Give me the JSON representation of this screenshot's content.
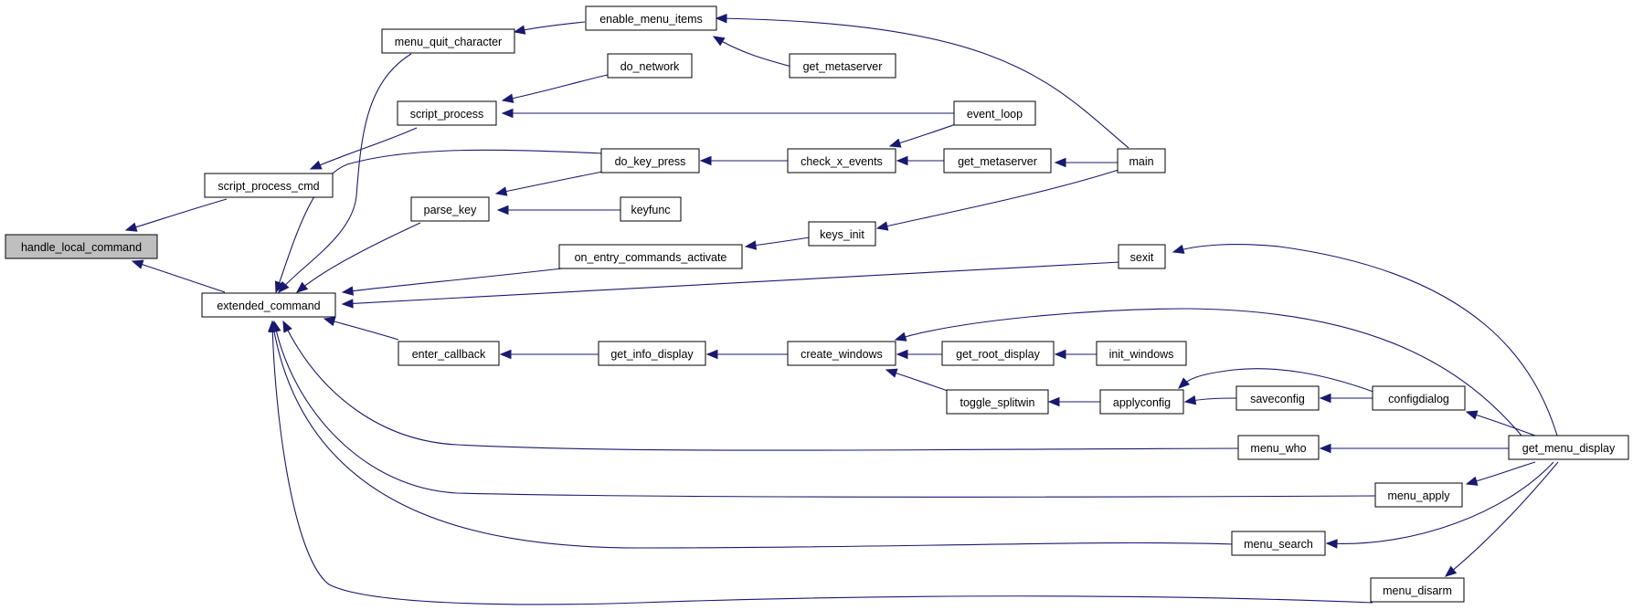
{
  "graph": {
    "colors": {
      "edge": "#191970",
      "node_border": "#000000",
      "focus_fill": "#bfbfbf",
      "node_fill": "#ffffff"
    },
    "nodes": [
      {
        "id": "handle_local_command",
        "label": "handle_local_command",
        "focus": true
      },
      {
        "id": "script_process_cmd",
        "label": "script_process_cmd"
      },
      {
        "id": "extended_command",
        "label": "extended_command"
      },
      {
        "id": "menu_quit_character",
        "label": "menu_quit_character"
      },
      {
        "id": "script_process",
        "label": "script_process"
      },
      {
        "id": "parse_key",
        "label": "parse_key"
      },
      {
        "id": "enter_callback",
        "label": "enter_callback"
      },
      {
        "id": "enable_menu_items",
        "label": "enable_menu_items"
      },
      {
        "id": "do_network",
        "label": "do_network"
      },
      {
        "id": "do_key_press",
        "label": "do_key_press"
      },
      {
        "id": "keyfunc",
        "label": "keyfunc"
      },
      {
        "id": "on_entry_commands_activate",
        "label": "on_entry_commands_activate"
      },
      {
        "id": "get_info_display",
        "label": "get_info_display"
      },
      {
        "id": "get_metaserver_a",
        "label": "get_metaserver"
      },
      {
        "id": "check_x_events",
        "label": "check_x_events"
      },
      {
        "id": "keys_init",
        "label": "keys_init"
      },
      {
        "id": "create_windows",
        "label": "create_windows"
      },
      {
        "id": "event_loop",
        "label": "event_loop"
      },
      {
        "id": "get_metaserver_b",
        "label": "get_metaserver"
      },
      {
        "id": "get_root_display",
        "label": "get_root_display"
      },
      {
        "id": "toggle_splitwin",
        "label": "toggle_splitwin"
      },
      {
        "id": "init_windows",
        "label": "init_windows"
      },
      {
        "id": "applyconfig",
        "label": "applyconfig"
      },
      {
        "id": "main",
        "label": "main"
      },
      {
        "id": "sexit",
        "label": "sexit"
      },
      {
        "id": "saveconfig",
        "label": "saveconfig"
      },
      {
        "id": "menu_who",
        "label": "menu_who"
      },
      {
        "id": "menu_apply",
        "label": "menu_apply"
      },
      {
        "id": "menu_search",
        "label": "menu_search"
      },
      {
        "id": "menu_disarm",
        "label": "menu_disarm"
      },
      {
        "id": "configdialog",
        "label": "configdialog"
      },
      {
        "id": "get_menu_display",
        "label": "get_menu_display"
      }
    ],
    "edges": [
      {
        "from": "script_process_cmd",
        "to": "handle_local_command"
      },
      {
        "from": "extended_command",
        "to": "handle_local_command"
      },
      {
        "from": "script_process",
        "to": "script_process_cmd"
      },
      {
        "from": "menu_quit_character",
        "to": "extended_command"
      },
      {
        "from": "do_key_press",
        "to": "extended_command"
      },
      {
        "from": "parse_key",
        "to": "extended_command"
      },
      {
        "from": "on_entry_commands_activate",
        "to": "extended_command"
      },
      {
        "from": "sexit",
        "to": "extended_command"
      },
      {
        "from": "enter_callback",
        "to": "extended_command"
      },
      {
        "from": "menu_who",
        "to": "extended_command"
      },
      {
        "from": "menu_apply",
        "to": "extended_command"
      },
      {
        "from": "menu_search",
        "to": "extended_command"
      },
      {
        "from": "menu_disarm",
        "to": "extended_command"
      },
      {
        "from": "enable_menu_items",
        "to": "menu_quit_character"
      },
      {
        "from": "main",
        "to": "enable_menu_items"
      },
      {
        "from": "get_metaserver_a",
        "to": "enable_menu_items"
      },
      {
        "from": "do_network",
        "to": "script_process"
      },
      {
        "from": "event_loop",
        "to": "script_process"
      },
      {
        "from": "do_key_press",
        "to": "parse_key"
      },
      {
        "from": "keyfunc",
        "to": "parse_key"
      },
      {
        "from": "check_x_events",
        "to": "do_key_press"
      },
      {
        "from": "event_loop",
        "to": "check_x_events"
      },
      {
        "from": "get_metaserver_b",
        "to": "check_x_events"
      },
      {
        "from": "main",
        "to": "get_metaserver_b"
      },
      {
        "from": "keys_init",
        "to": "on_entry_commands_activate"
      },
      {
        "from": "main",
        "to": "keys_init"
      },
      {
        "from": "get_menu_display",
        "to": "sexit"
      },
      {
        "from": "get_info_display",
        "to": "enter_callback"
      },
      {
        "from": "create_windows",
        "to": "get_info_display"
      },
      {
        "from": "get_root_display",
        "to": "create_windows"
      },
      {
        "from": "toggle_splitwin",
        "to": "create_windows"
      },
      {
        "from": "get_menu_display",
        "to": "create_windows"
      },
      {
        "from": "init_windows",
        "to": "get_root_display"
      },
      {
        "from": "applyconfig",
        "to": "toggle_splitwin"
      },
      {
        "from": "saveconfig",
        "to": "applyconfig"
      },
      {
        "from": "configdialog",
        "to": "applyconfig"
      },
      {
        "from": "configdialog",
        "to": "saveconfig"
      },
      {
        "from": "get_menu_display",
        "to": "configdialog"
      },
      {
        "from": "get_menu_display",
        "to": "menu_who"
      },
      {
        "from": "get_menu_display",
        "to": "menu_apply"
      },
      {
        "from": "get_menu_display",
        "to": "menu_search"
      },
      {
        "from": "get_menu_display",
        "to": "menu_disarm"
      }
    ]
  }
}
